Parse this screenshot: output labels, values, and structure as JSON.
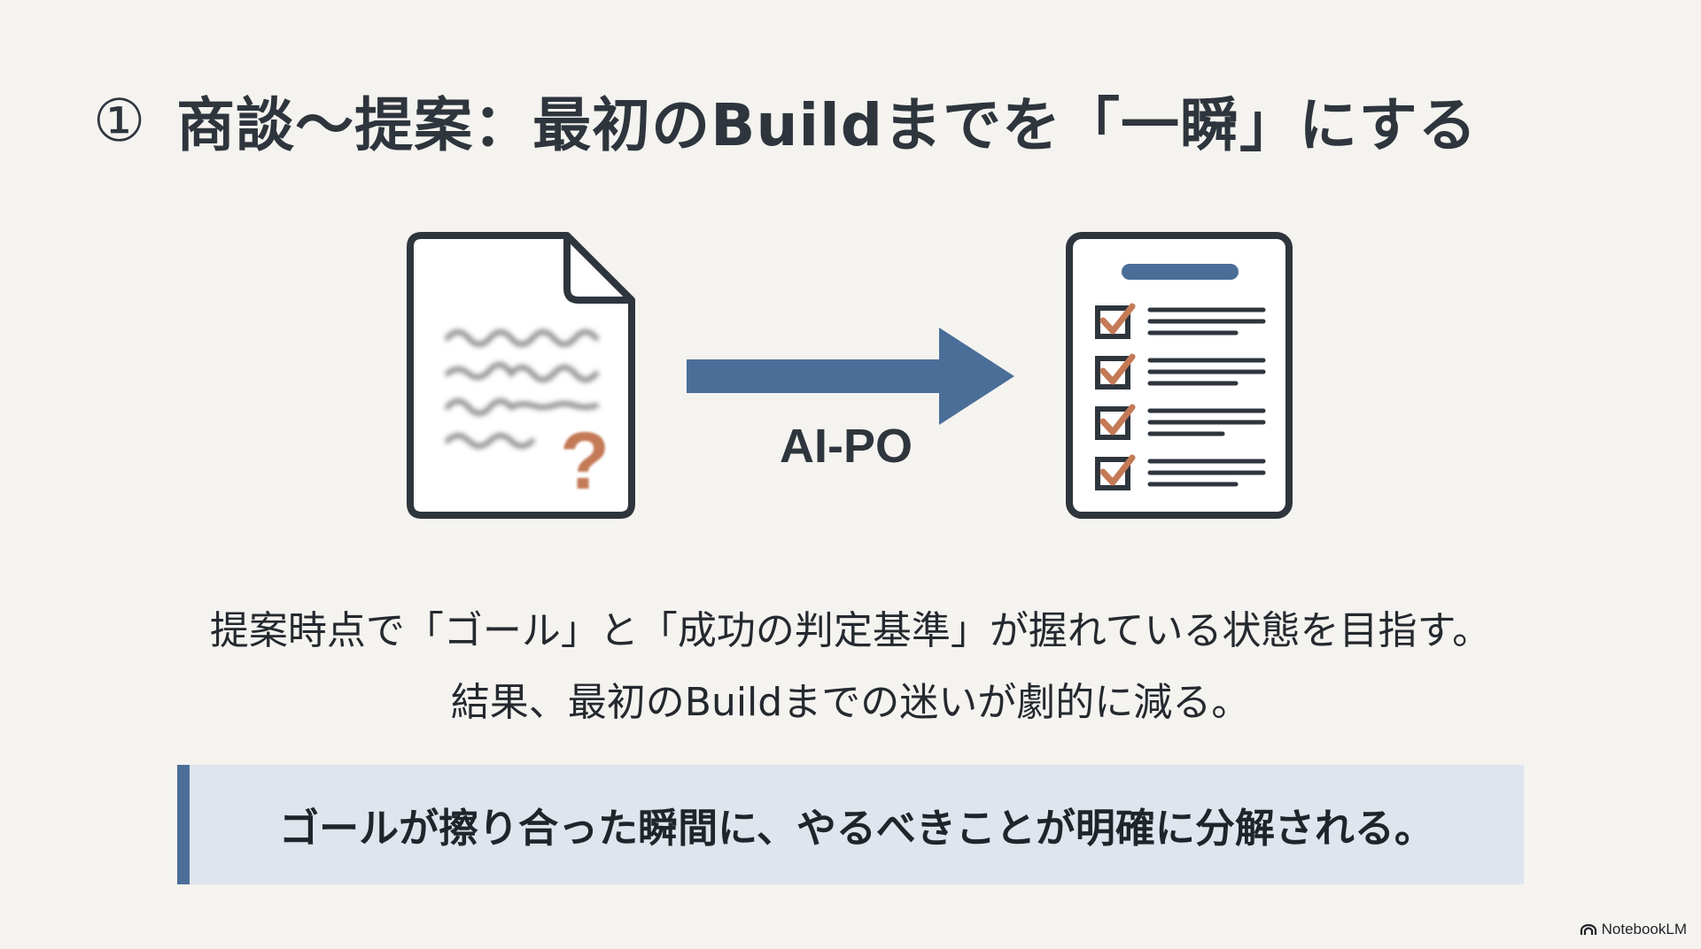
{
  "title": {
    "number": "①",
    "text": "商談〜提案：最初のBuildまでを「一瞬」にする"
  },
  "diagram": {
    "left_icon": "vague-document-icon",
    "question_mark": "?",
    "arrow_label": "AI-PO",
    "right_icon": "checklist-icon",
    "accent_color": "#4b6e99",
    "check_color": "#c47a56",
    "outline_color": "#2e353d"
  },
  "body": {
    "line1": "提案時点で「ゴール」と「成功の判定基準」が握れている状態を目指す。",
    "line2": "結果、最初のBuildまでの迷いが劇的に減る。"
  },
  "callout": {
    "text": "ゴールが擦り合った瞬間に、やるべきことが明確に分解される。"
  },
  "brand": {
    "name": "NotebookLM"
  }
}
